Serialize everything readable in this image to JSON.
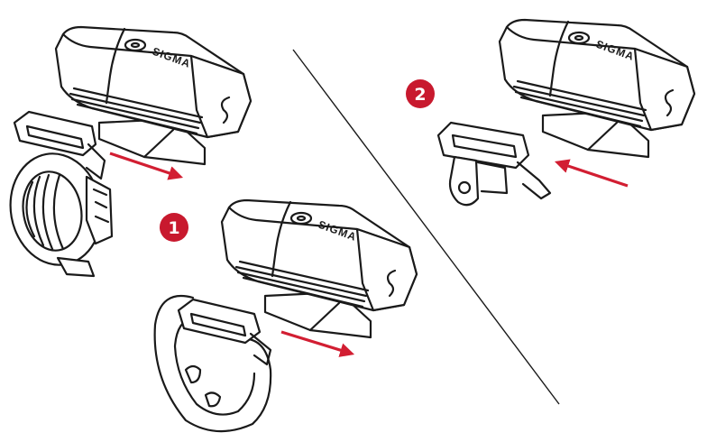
{
  "lights": [
    {
      "id": "light-top-left",
      "brand": "SIGMA"
    },
    {
      "id": "light-center",
      "brand": "SIGMA"
    },
    {
      "id": "light-top-right",
      "brand": "SIGMA"
    }
  ],
  "steps": [
    {
      "label": "1"
    },
    {
      "label": "2"
    }
  ],
  "colors": {
    "badge": "#c8192e",
    "arrow": "#d21e32",
    "ink": "#1a1a1a"
  },
  "icons": [
    "bike-light-icon",
    "handlebar-clamp-icon",
    "rubber-strap-mount-icon",
    "action-cam-adapter-icon",
    "arrow-right-icon",
    "arrow-left-icon"
  ]
}
